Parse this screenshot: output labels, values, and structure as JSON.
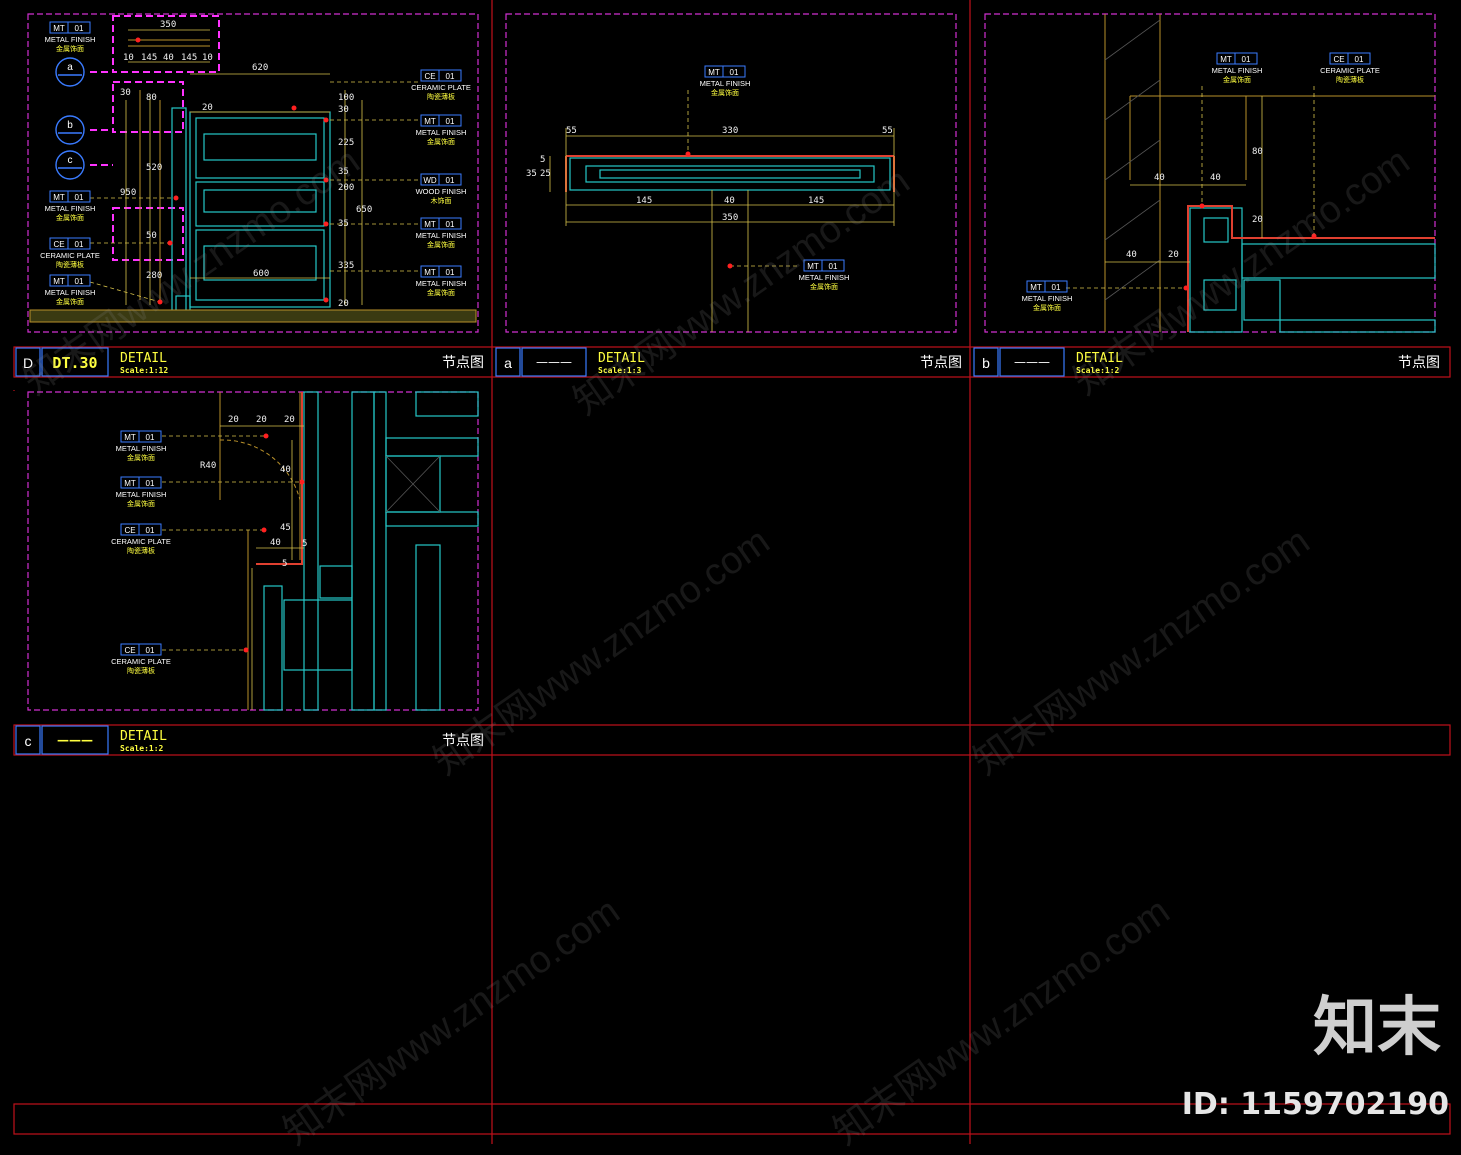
{
  "watermark": {
    "text": "知末网www.znzmo.com",
    "brand": "知末",
    "id_text": "ID: 1159702190"
  },
  "tags": {
    "metal_finish": {
      "code": "MT",
      "num": "01",
      "en": "METAL FINISH",
      "cn": "金属饰面"
    },
    "ceramic_plate": {
      "code": "CE",
      "num": "01",
      "en": "CERAMIC PLATE",
      "cn": "陶瓷薄板"
    },
    "wood_finish": {
      "code": "WD",
      "num": "01",
      "en": "WOOD FINISH",
      "cn": "木饰面"
    }
  },
  "callouts": {
    "a": "a",
    "b": "b",
    "c": "c"
  },
  "title_blocks": [
    {
      "letter": "D",
      "code": "DT.30",
      "title": "DETAIL",
      "scale": "Scale:1:12",
      "cn": "节点图"
    },
    {
      "letter": "a",
      "code": "———",
      "title": "DETAIL",
      "scale": "Scale:1:3",
      "cn": "节点图"
    },
    {
      "letter": "b",
      "code": "———",
      "title": "DETAIL",
      "scale": "Scale:1:2",
      "cn": "节点图"
    },
    {
      "letter": "c",
      "code": "———",
      "title": "DETAIL",
      "scale": "Scale:1:2",
      "cn": "节点图"
    }
  ],
  "dims_d": [
    "350",
    "10",
    "145",
    "40",
    "145",
    "10",
    "620",
    "80",
    "20",
    "520",
    "950",
    "50",
    "280",
    "100",
    "30",
    "225",
    "35",
    "200",
    "35",
    "650",
    "335",
    "20",
    "600",
    "30"
  ],
  "dims_a": [
    "55",
    "330",
    "55",
    "35",
    "25",
    "5",
    "145",
    "40",
    "145",
    "350"
  ],
  "dims_b": [
    "40",
    "40",
    "80",
    "20",
    "40",
    "20"
  ],
  "dims_c": [
    "20",
    "20",
    "20",
    "R40",
    "40",
    "45",
    "40",
    "5",
    "5"
  ]
}
